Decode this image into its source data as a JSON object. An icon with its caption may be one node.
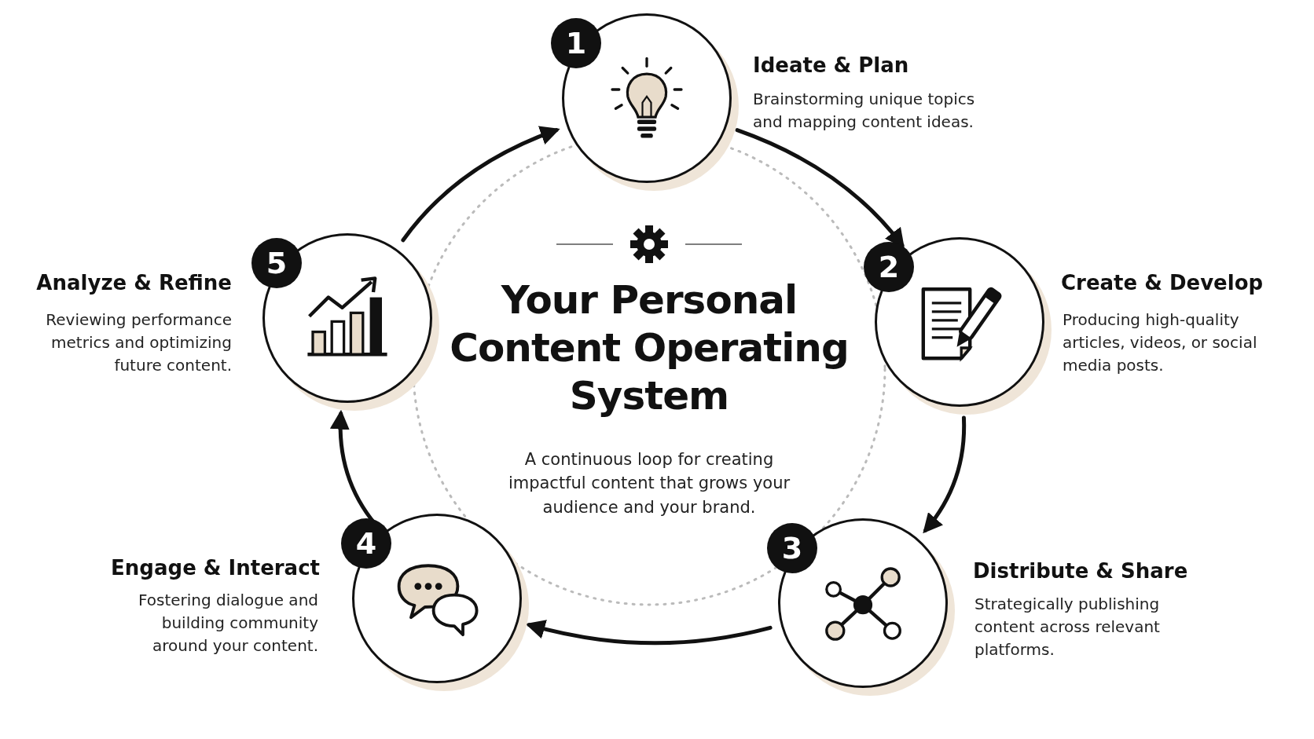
{
  "diagram": {
    "title": "Your Personal Content Operating System",
    "caption": "A continuous loop for creating impactful content that grows your audience and your brand.",
    "nodes": [
      {
        "text": [
          "1",
          "Ideate & Plan",
          "Brainstorming unique topics and mapping content ideas."
        ]
      },
      {
        "text": [
          "2",
          "Create & Develop",
          "Producing high-quality articles, videos, or social media posts."
        ]
      },
      {
        "text": [
          "3",
          "Distribute & Share",
          "Strategically publishing content across relevant platforms."
        ]
      },
      {
        "text": [
          "4",
          "Engage & Interact",
          "Fostering dialogue and building community around your content."
        ]
      },
      {
        "text": [
          "5",
          "Analyze & Refine",
          "Reviewing performance metrics and optimizing future content."
        ]
      }
    ],
    "edges": [
      {
        "from": 0,
        "to": 1,
        "arrow": "to"
      },
      {
        "from": 1,
        "to": 2,
        "arrow": "to"
      },
      {
        "from": 2,
        "to": 3,
        "arrow": "to"
      },
      {
        "from": 3,
        "to": 4,
        "arrow": "to"
      },
      {
        "from": 4,
        "to": 0,
        "arrow": "to"
      }
    ]
  }
}
